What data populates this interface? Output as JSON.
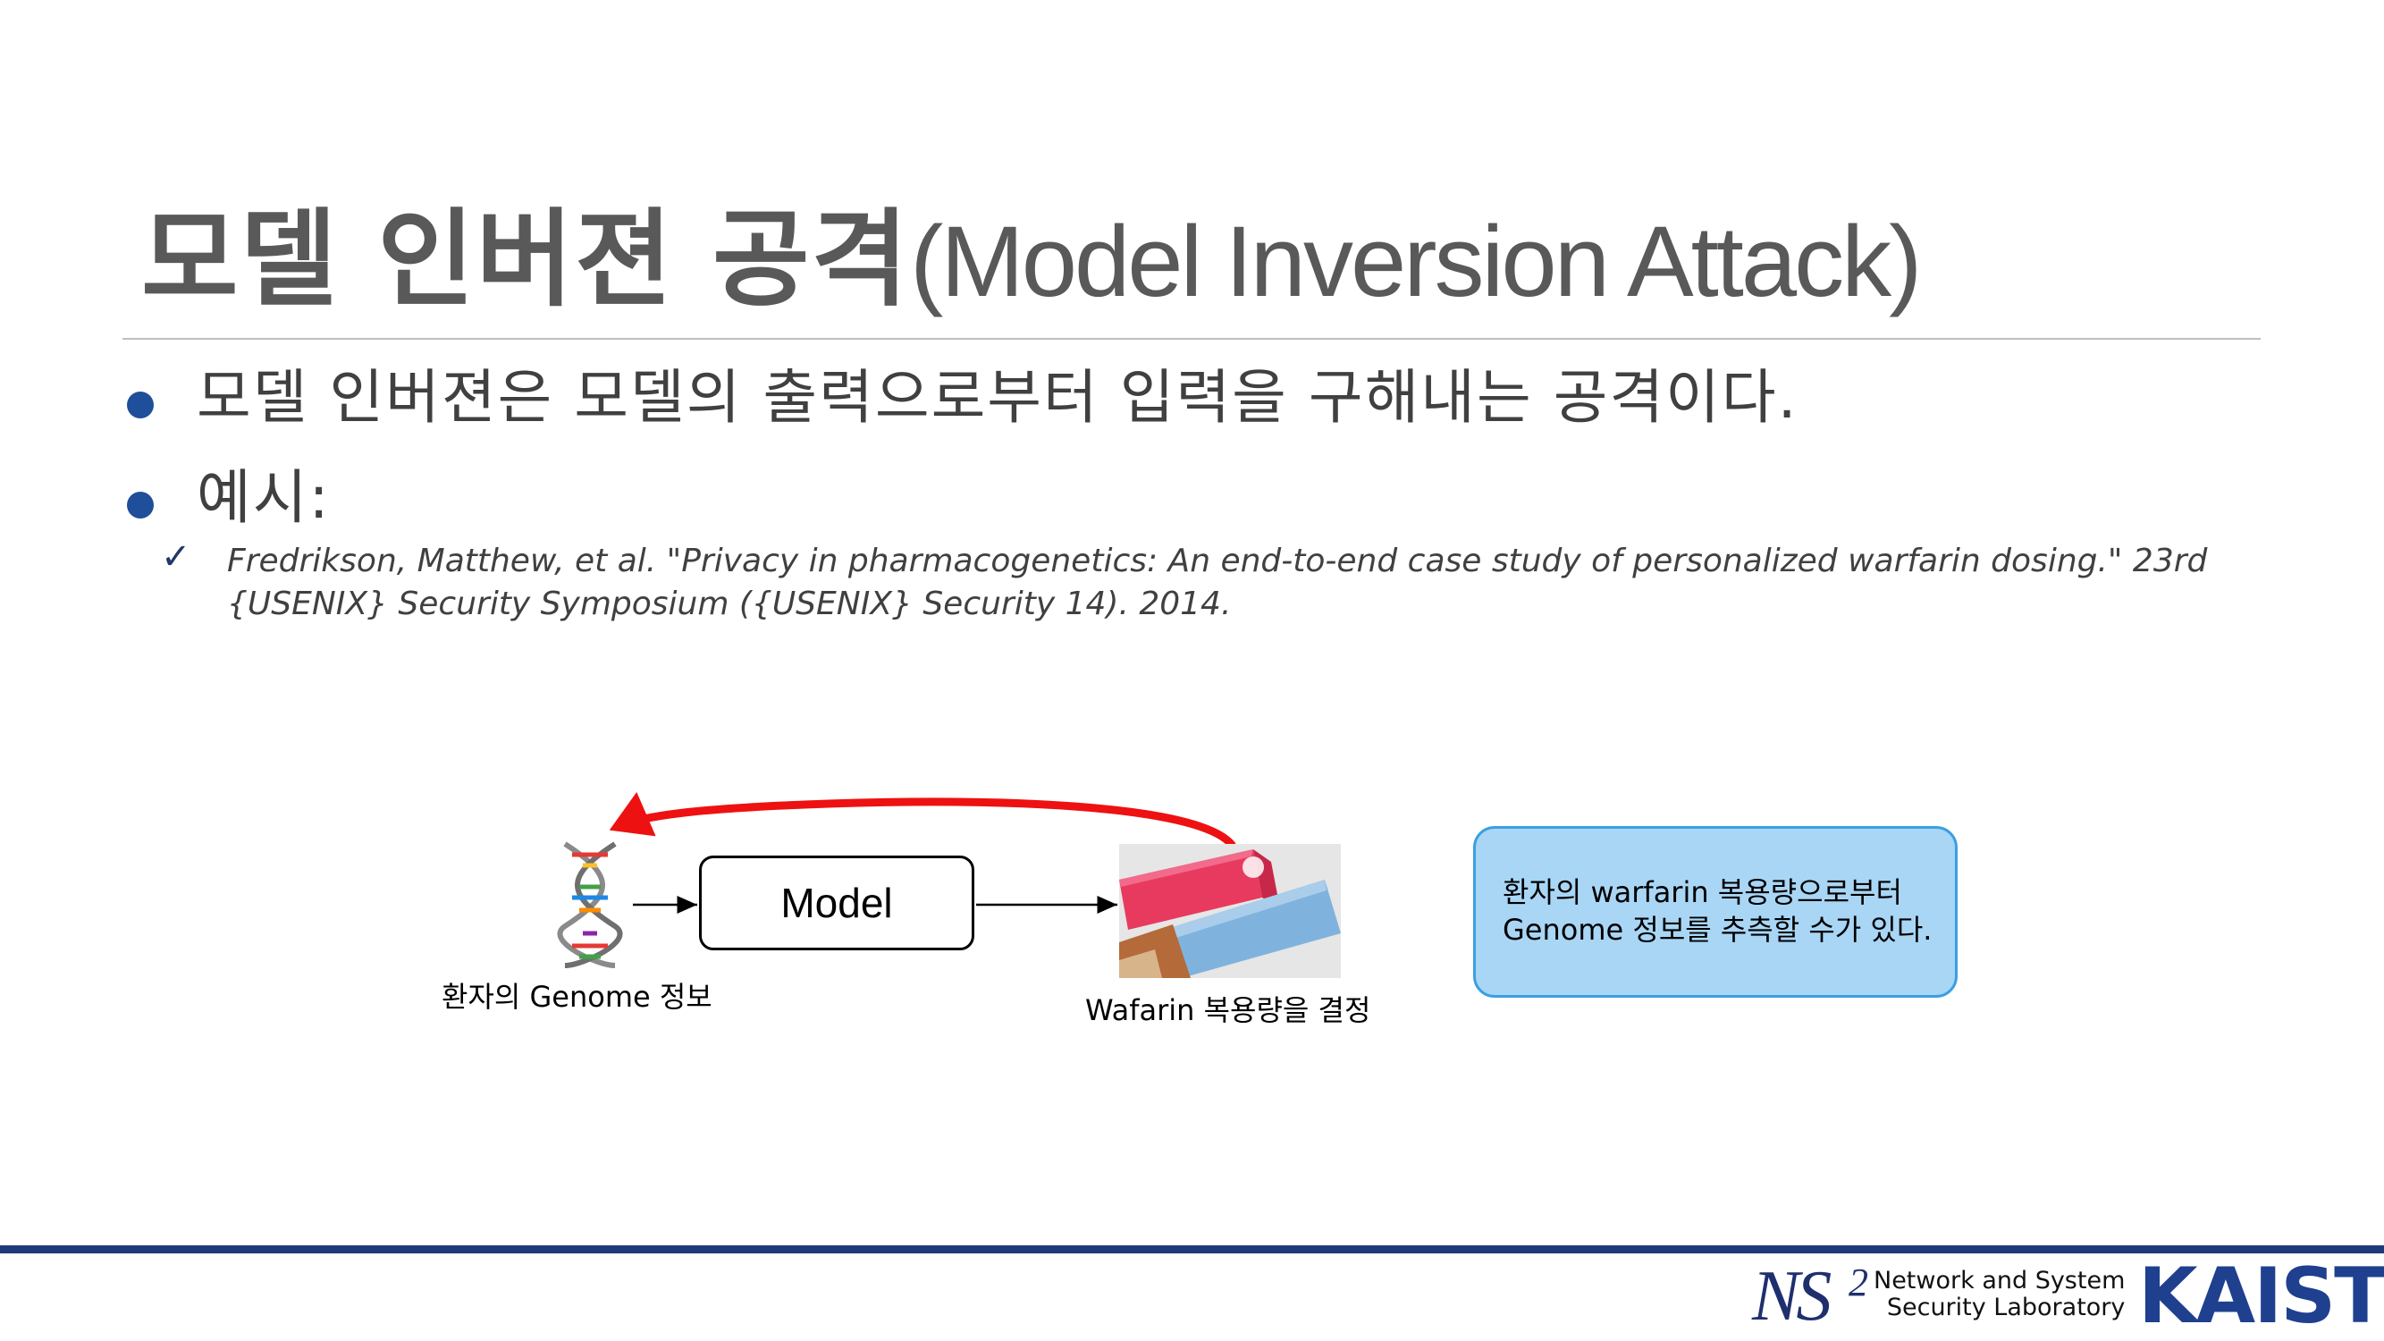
{
  "slide": {
    "title_ko": "모델 인버젼 공격",
    "title_en": "(Model Inversion Attack)",
    "bullets": [
      {
        "text": "모델 인버젼은 모델의 출력으로부터 입력을 구해내는 공격이다."
      },
      {
        "text": "예시:"
      }
    ],
    "citation": {
      "check_mark": "✓",
      "text": "Fredrikson, Matthew, et al. \"Privacy in pharmacogenetics: An end-to-end case study of personalized warfarin dosing.\" 23rd {USENIX} Security Symposium ({USENIX} Security 14). 2014."
    }
  },
  "diagram": {
    "model_label": "Model",
    "genome_caption": "환자의  Genome 정보",
    "warfarin_caption": "Wafarin 복용량을 결정",
    "callout_lines": [
      "환자의 warfarin 복용량으로부터",
      "Genome 정보를 추측할 수가 있다."
    ],
    "icons": {
      "dna": "dna-helix-icon",
      "pills": "warfarin-box-photo"
    }
  },
  "footer": {
    "lab_logo_text": "NS",
    "lab_logo_sup": "2",
    "lab_name_line1": "Network and System",
    "lab_name_line2": "Security Laboratory",
    "university": "KAIST"
  },
  "colors": {
    "title": "#595959",
    "bullet_dot": "#1f4e9a",
    "arrow_red": "#ee1111",
    "callout_fill": "#a9d6f5",
    "callout_border": "#3aa0e0",
    "footer_rule": "#1f3a7a",
    "kaist": "#1f3f8f"
  }
}
